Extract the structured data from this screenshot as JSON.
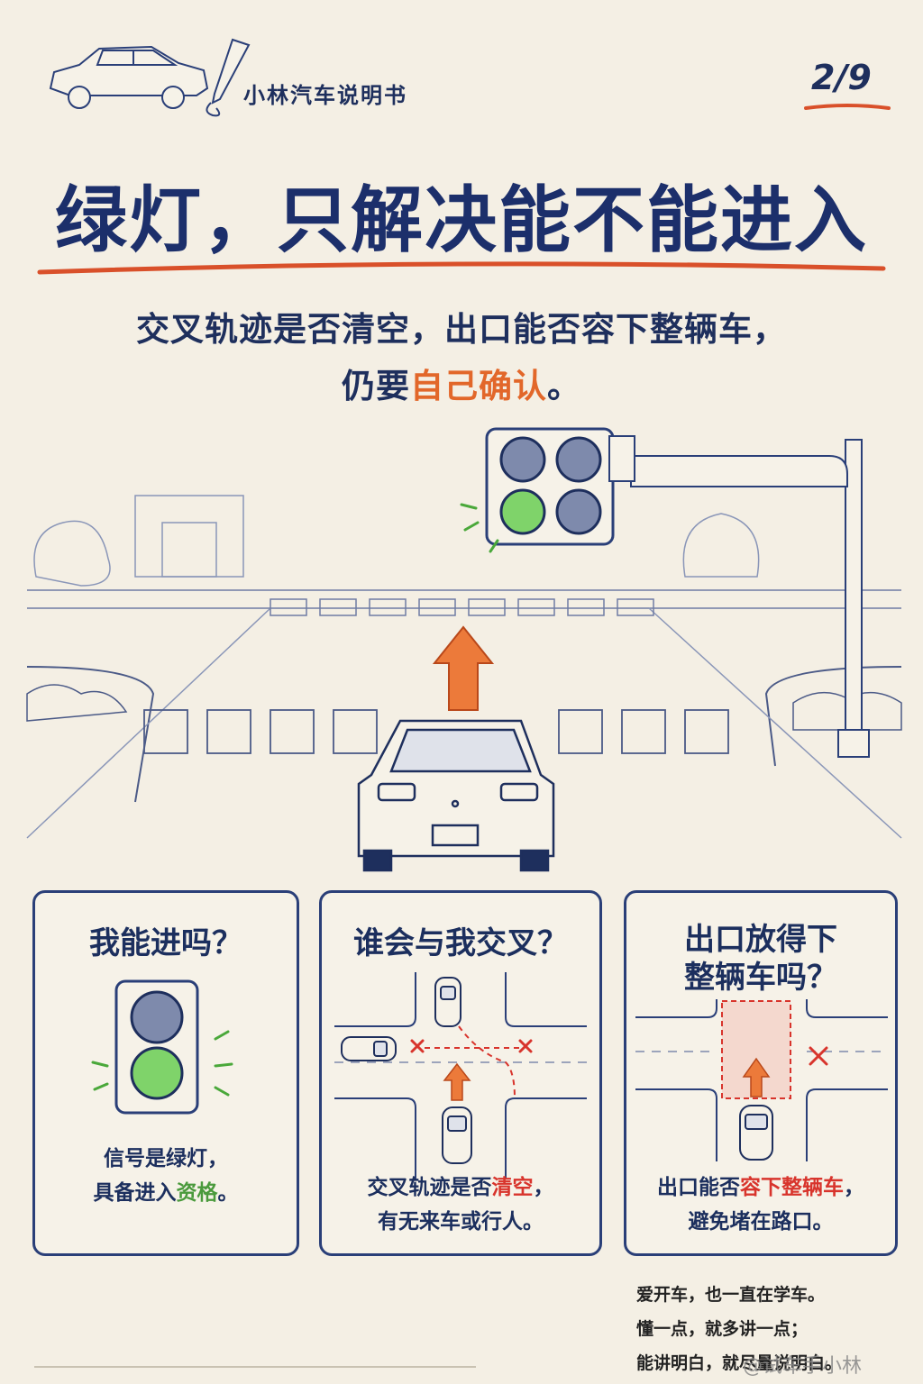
{
  "header": {
    "brand": "小林汽车说明书",
    "page_number": "2/9"
  },
  "title": "绿灯，只解决能不能进入",
  "subtitle": {
    "line1": "交叉轨迹是否清空，出口能否容下整辆车，",
    "line2_prefix": "仍要",
    "line2_highlight": "自己确认",
    "line2_suffix": "。"
  },
  "cards": [
    {
      "title": "我能进吗？",
      "text_line1": "信号是绿灯，",
      "text_line2_prefix": "具备进入",
      "text_line2_highlight": "资格",
      "text_line2_suffix": "。"
    },
    {
      "title": "谁会与我交叉？",
      "text_line1_prefix": "交叉轨迹是否",
      "text_line1_highlight": "清空",
      "text_line1_suffix": "，",
      "text_line2": "有无来车或行人。"
    },
    {
      "title_line1": "出口放得下",
      "title_line2": "整辆车吗？",
      "text_line1_prefix": "出口能否",
      "text_line1_highlight": "容下整辆车",
      "text_line1_suffix": "，",
      "text_line2": "避免堵在路口。"
    }
  ],
  "motto": {
    "line1": "爱开车，也一直在学车。",
    "line2": "懂一点，就多讲一点；",
    "line3": "能讲明白，就尽量说明白。"
  },
  "watermark": "@试车手小林",
  "colors": {
    "navy": "#1c2f6b",
    "accent_orange": "#e2672a",
    "underline_red": "#d9502a",
    "green_light": "#7fd36a",
    "highlight_red": "#d8342c",
    "highlight_green": "#4a9a3c",
    "paper": "#f4efe4"
  }
}
